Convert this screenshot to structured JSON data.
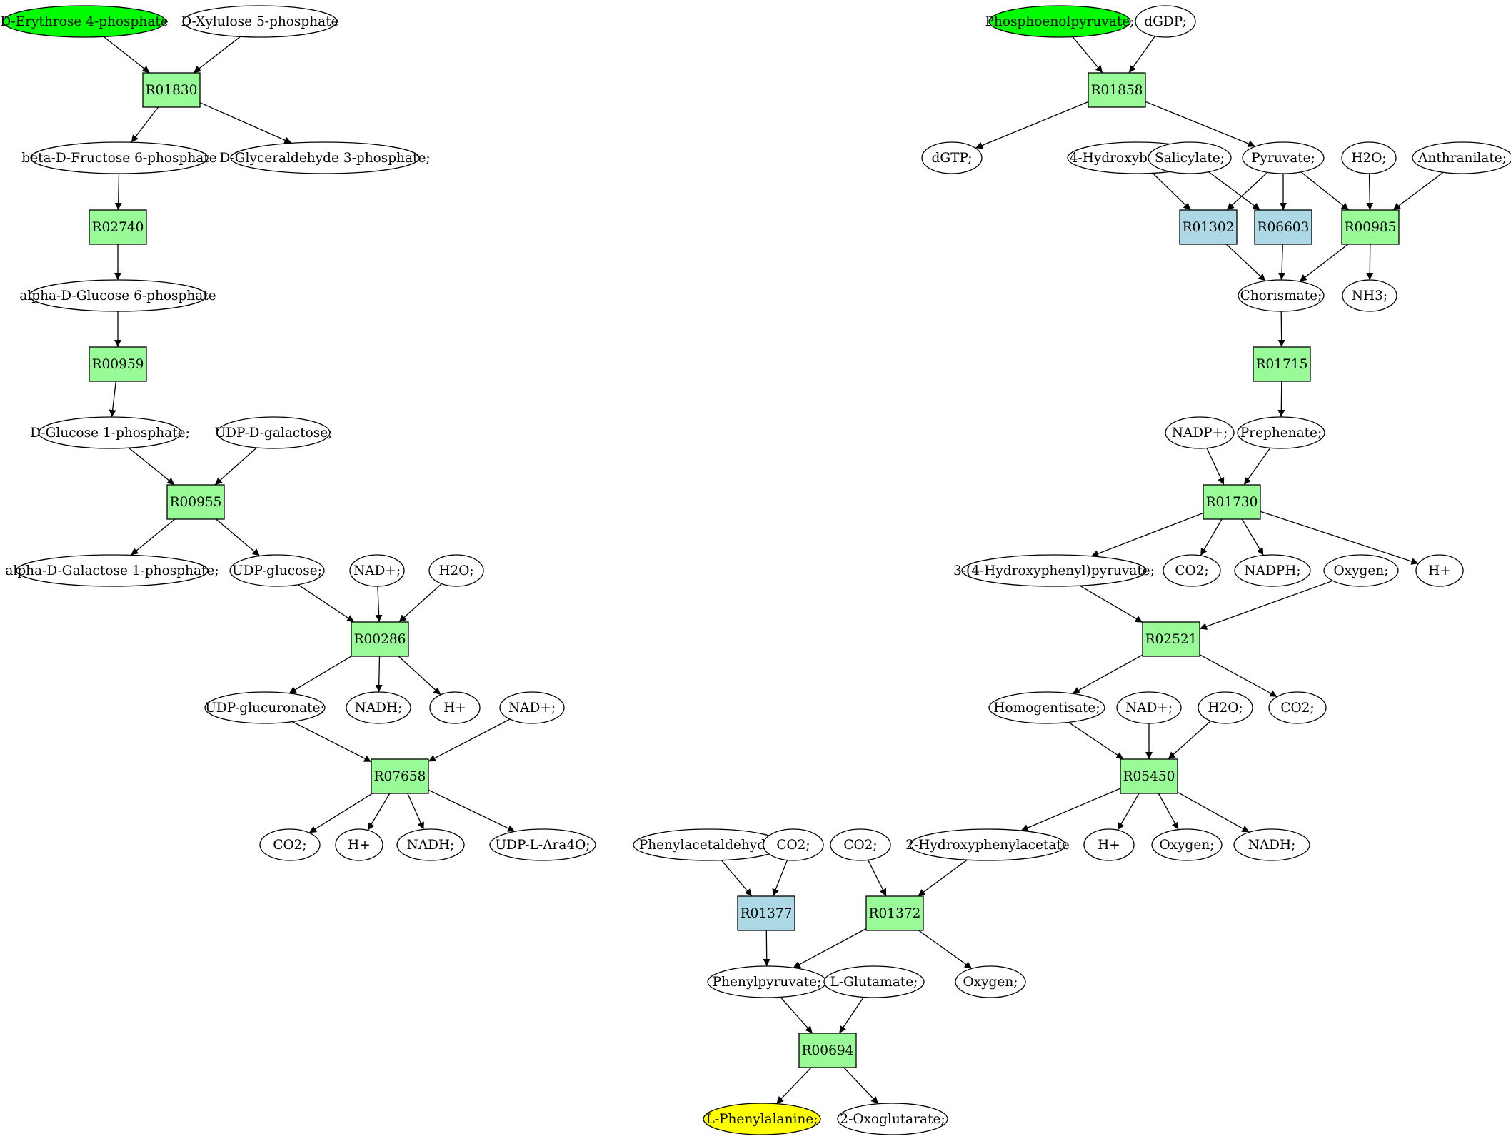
{
  "colors": {
    "start": "#00ff00",
    "target": "#ffff00",
    "compound": "#ffffff",
    "reaction": "#98fb98",
    "reaction_alt": "#add8e6"
  },
  "nodes": [
    {
      "id": "c1",
      "label": "D-Erythrose 4-phosphate",
      "shape": "ellipse",
      "fill": "start"
    },
    {
      "id": "c2",
      "label": "D-Xylulose 5-phosphate",
      "shape": "ellipse",
      "fill": "compound"
    },
    {
      "id": "r1",
      "label": "R01830",
      "shape": "box",
      "fill": "reaction"
    },
    {
      "id": "c3",
      "label": "beta-D-Fructose 6-phosphate",
      "shape": "ellipse",
      "fill": "compound"
    },
    {
      "id": "c4",
      "label": "D-Glyceraldehyde 3-phosphate;",
      "shape": "ellipse",
      "fill": "compound"
    },
    {
      "id": "r2",
      "label": "R02740",
      "shape": "box",
      "fill": "reaction"
    },
    {
      "id": "c5",
      "label": "alpha-D-Glucose 6-phosphate",
      "shape": "ellipse",
      "fill": "compound"
    },
    {
      "id": "r3",
      "label": "R00959",
      "shape": "box",
      "fill": "reaction"
    },
    {
      "id": "c6",
      "label": "D-Glucose 1-phosphate;",
      "shape": "ellipse",
      "fill": "compound"
    },
    {
      "id": "c7",
      "label": "UDP-D-galactose;",
      "shape": "ellipse",
      "fill": "compound"
    },
    {
      "id": "r4",
      "label": "R00955",
      "shape": "box",
      "fill": "reaction"
    },
    {
      "id": "c8",
      "label": "alpha-D-Galactose 1-phosphate;",
      "shape": "ellipse",
      "fill": "compound"
    },
    {
      "id": "c9",
      "label": "UDP-glucose;",
      "shape": "ellipse",
      "fill": "compound"
    },
    {
      "id": "c10",
      "label": "NAD+;",
      "shape": "ellipse",
      "fill": "compound"
    },
    {
      "id": "c11",
      "label": "H2O;",
      "shape": "ellipse",
      "fill": "compound"
    },
    {
      "id": "r5",
      "label": "R00286",
      "shape": "box",
      "fill": "reaction"
    },
    {
      "id": "c12",
      "label": "UDP-glucuronate;",
      "shape": "ellipse",
      "fill": "compound"
    },
    {
      "id": "c13",
      "label": "NADH;",
      "shape": "ellipse",
      "fill": "compound"
    },
    {
      "id": "c14",
      "label": "H+",
      "shape": "ellipse",
      "fill": "compound"
    },
    {
      "id": "c15",
      "label": "NAD+;",
      "shape": "ellipse",
      "fill": "compound"
    },
    {
      "id": "r6",
      "label": "R07658",
      "shape": "box",
      "fill": "reaction"
    },
    {
      "id": "c16",
      "label": "CO2;",
      "shape": "ellipse",
      "fill": "compound"
    },
    {
      "id": "c17",
      "label": "H+",
      "shape": "ellipse",
      "fill": "compound"
    },
    {
      "id": "c18",
      "label": "NADH;",
      "shape": "ellipse",
      "fill": "compound"
    },
    {
      "id": "c19",
      "label": "UDP-L-Ara4O;",
      "shape": "ellipse",
      "fill": "compound"
    },
    {
      "id": "c20",
      "label": "Phosphoenolpyruvate;",
      "shape": "ellipse",
      "fill": "start"
    },
    {
      "id": "c21",
      "label": "dGDP;",
      "shape": "ellipse",
      "fill": "compound"
    },
    {
      "id": "r7",
      "label": "R01858",
      "shape": "box",
      "fill": "reaction"
    },
    {
      "id": "c22",
      "label": "dGTP;",
      "shape": "ellipse",
      "fill": "compound"
    },
    {
      "id": "c23",
      "label": "4-Hydroxybenzoate;",
      "shape": "ellipse",
      "fill": "compound"
    },
    {
      "id": "c24",
      "label": "Salicylate;",
      "shape": "ellipse",
      "fill": "compound"
    },
    {
      "id": "c25",
      "label": "Pyruvate;",
      "shape": "ellipse",
      "fill": "compound"
    },
    {
      "id": "c26",
      "label": "H2O;",
      "shape": "ellipse",
      "fill": "compound"
    },
    {
      "id": "c27",
      "label": "Anthranilate;",
      "shape": "ellipse",
      "fill": "compound"
    },
    {
      "id": "r8",
      "label": "R01302",
      "shape": "box",
      "fill": "reaction_alt"
    },
    {
      "id": "r9",
      "label": "R06603",
      "shape": "box",
      "fill": "reaction_alt"
    },
    {
      "id": "r10",
      "label": "R00985",
      "shape": "box",
      "fill": "reaction"
    },
    {
      "id": "c28",
      "label": "Chorismate;",
      "shape": "ellipse",
      "fill": "compound"
    },
    {
      "id": "c29",
      "label": "NH3;",
      "shape": "ellipse",
      "fill": "compound"
    },
    {
      "id": "r11",
      "label": "R01715",
      "shape": "box",
      "fill": "reaction"
    },
    {
      "id": "c30",
      "label": "NADP+;",
      "shape": "ellipse",
      "fill": "compound"
    },
    {
      "id": "c31",
      "label": "Prephenate;",
      "shape": "ellipse",
      "fill": "compound"
    },
    {
      "id": "r12",
      "label": "R01730",
      "shape": "box",
      "fill": "reaction"
    },
    {
      "id": "c32",
      "label": "3-(4-Hydroxyphenyl)pyruvate;",
      "shape": "ellipse",
      "fill": "compound"
    },
    {
      "id": "c33",
      "label": "CO2;",
      "shape": "ellipse",
      "fill": "compound"
    },
    {
      "id": "c34",
      "label": "NADPH;",
      "shape": "ellipse",
      "fill": "compound"
    },
    {
      "id": "c35",
      "label": "Oxygen;",
      "shape": "ellipse",
      "fill": "compound"
    },
    {
      "id": "c36",
      "label": "H+",
      "shape": "ellipse",
      "fill": "compound"
    },
    {
      "id": "r13",
      "label": "R02521",
      "shape": "box",
      "fill": "reaction"
    },
    {
      "id": "c37",
      "label": "Homogentisate;",
      "shape": "ellipse",
      "fill": "compound"
    },
    {
      "id": "c38",
      "label": "NAD+;",
      "shape": "ellipse",
      "fill": "compound"
    },
    {
      "id": "c39",
      "label": "H2O;",
      "shape": "ellipse",
      "fill": "compound"
    },
    {
      "id": "c40",
      "label": "CO2;",
      "shape": "ellipse",
      "fill": "compound"
    },
    {
      "id": "r14",
      "label": "R05450",
      "shape": "box",
      "fill": "reaction"
    },
    {
      "id": "c41",
      "label": "2-Hydroxyphenylacetate",
      "shape": "ellipse",
      "fill": "compound"
    },
    {
      "id": "c42",
      "label": "H+",
      "shape": "ellipse",
      "fill": "compound"
    },
    {
      "id": "c43",
      "label": "Oxygen;",
      "shape": "ellipse",
      "fill": "compound"
    },
    {
      "id": "c44",
      "label": "NADH;",
      "shape": "ellipse",
      "fill": "compound"
    },
    {
      "id": "c45",
      "label": "Phenylacetaldehyde;",
      "shape": "ellipse",
      "fill": "compound"
    },
    {
      "id": "c46",
      "label": "CO2;",
      "shape": "ellipse",
      "fill": "compound"
    },
    {
      "id": "c47",
      "label": "CO2;",
      "shape": "ellipse",
      "fill": "compound"
    },
    {
      "id": "r15",
      "label": "R01377",
      "shape": "box",
      "fill": "reaction_alt"
    },
    {
      "id": "r16",
      "label": "R01372",
      "shape": "box",
      "fill": "reaction"
    },
    {
      "id": "c48",
      "label": "Phenylpyruvate;",
      "shape": "ellipse",
      "fill": "compound"
    },
    {
      "id": "c49",
      "label": "L-Glutamate;",
      "shape": "ellipse",
      "fill": "compound"
    },
    {
      "id": "c50",
      "label": "Oxygen;",
      "shape": "ellipse",
      "fill": "compound"
    },
    {
      "id": "r17",
      "label": "R00694",
      "shape": "box",
      "fill": "reaction"
    },
    {
      "id": "c51",
      "label": "L-Phenylalanine;",
      "shape": "ellipse",
      "fill": "target"
    },
    {
      "id": "c52",
      "label": "2-Oxoglutarate;",
      "shape": "ellipse",
      "fill": "compound"
    }
  ],
  "edges": [
    [
      "c1",
      "r1"
    ],
    [
      "c2",
      "r1"
    ],
    [
      "r1",
      "c3"
    ],
    [
      "r1",
      "c4"
    ],
    [
      "c3",
      "r2"
    ],
    [
      "r2",
      "c5"
    ],
    [
      "c5",
      "r3"
    ],
    [
      "r3",
      "c6"
    ],
    [
      "c6",
      "r4"
    ],
    [
      "c7",
      "r4"
    ],
    [
      "r4",
      "c8"
    ],
    [
      "r4",
      "c9"
    ],
    [
      "c9",
      "r5"
    ],
    [
      "c10",
      "r5"
    ],
    [
      "c11",
      "r5"
    ],
    [
      "r5",
      "c12"
    ],
    [
      "r5",
      "c13"
    ],
    [
      "r5",
      "c14"
    ],
    [
      "c12",
      "r6"
    ],
    [
      "c15",
      "r6"
    ],
    [
      "r6",
      "c16"
    ],
    [
      "r6",
      "c17"
    ],
    [
      "r6",
      "c18"
    ],
    [
      "r6",
      "c19"
    ],
    [
      "c20",
      "r7"
    ],
    [
      "c21",
      "r7"
    ],
    [
      "r7",
      "c22"
    ],
    [
      "r7",
      "c25"
    ],
    [
      "c23",
      "r8"
    ],
    [
      "c25",
      "r8"
    ],
    [
      "c24",
      "r9"
    ],
    [
      "c25",
      "r9"
    ],
    [
      "c25",
      "r10"
    ],
    [
      "c26",
      "r10"
    ],
    [
      "c27",
      "r10"
    ],
    [
      "r8",
      "c28"
    ],
    [
      "r9",
      "c28"
    ],
    [
      "r10",
      "c28"
    ],
    [
      "r10",
      "c29"
    ],
    [
      "c28",
      "r11"
    ],
    [
      "r11",
      "c31"
    ],
    [
      "c30",
      "r12"
    ],
    [
      "c31",
      "r12"
    ],
    [
      "r12",
      "c32"
    ],
    [
      "r12",
      "c33"
    ],
    [
      "r12",
      "c34"
    ],
    [
      "r12",
      "c36"
    ],
    [
      "c32",
      "r13"
    ],
    [
      "c35",
      "r13"
    ],
    [
      "r13",
      "c37"
    ],
    [
      "r13",
      "c40"
    ],
    [
      "c37",
      "r14"
    ],
    [
      "c38",
      "r14"
    ],
    [
      "c39",
      "r14"
    ],
    [
      "r14",
      "c41"
    ],
    [
      "r14",
      "c42"
    ],
    [
      "r14",
      "c43"
    ],
    [
      "r14",
      "c44"
    ],
    [
      "c45",
      "r15"
    ],
    [
      "c46",
      "r15"
    ],
    [
      "c47",
      "r16"
    ],
    [
      "c41",
      "r16"
    ],
    [
      "r15",
      "c48"
    ],
    [
      "r16",
      "c48"
    ],
    [
      "r16",
      "c50"
    ],
    [
      "c48",
      "r17"
    ],
    [
      "c49",
      "r17"
    ],
    [
      "r17",
      "c51"
    ],
    [
      "r17",
      "c52"
    ]
  ]
}
